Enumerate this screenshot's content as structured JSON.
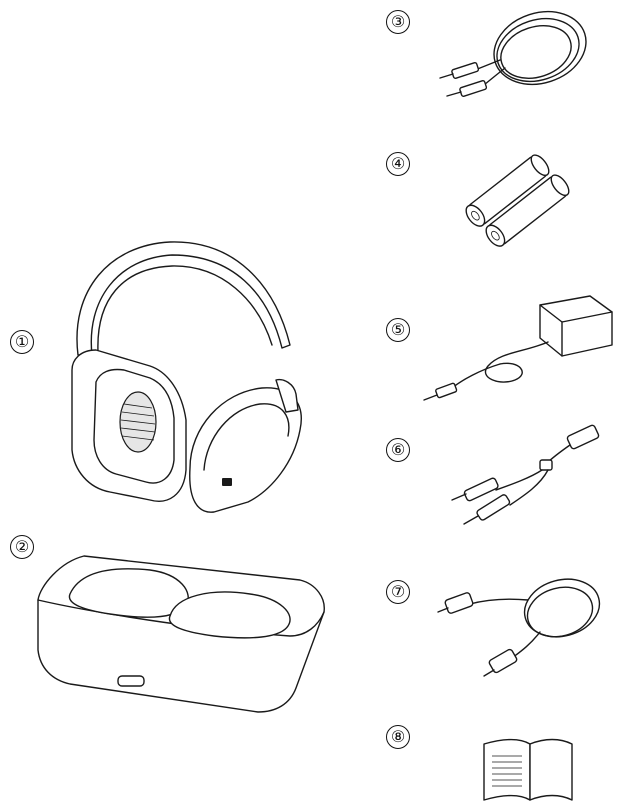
{
  "items": [
    {
      "marker": "①",
      "item": "headphones",
      "icon": "headphones-icon"
    },
    {
      "marker": "②",
      "item": "charging-dock",
      "icon": "charging-dock-icon"
    },
    {
      "marker": "③",
      "item": "audio-cable",
      "icon": "audio-cable-icon"
    },
    {
      "marker": "④",
      "item": "batteries",
      "icon": "battery-icon"
    },
    {
      "marker": "⑤",
      "item": "power-adapter",
      "icon": "power-adapter-icon"
    },
    {
      "marker": "⑥",
      "item": "rca-adapter-cable",
      "icon": "rca-cable-icon"
    },
    {
      "marker": "⑦",
      "item": "optical-cable",
      "icon": "optical-cable-icon"
    },
    {
      "marker": "⑧",
      "item": "user-manual",
      "icon": "manual-icon"
    }
  ]
}
